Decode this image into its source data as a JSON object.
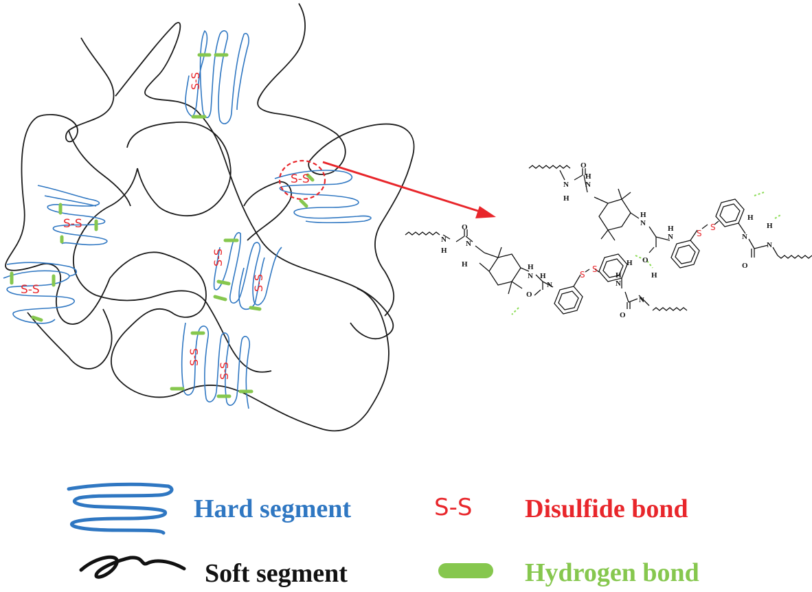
{
  "diagram": {
    "disulfide_marker": "S-S",
    "atoms": {
      "N": "N",
      "H": "H",
      "O": "O",
      "S": "S"
    }
  },
  "legend": {
    "hard_segment": {
      "label": "Hard segment",
      "color": "#2f77c2"
    },
    "soft_segment": {
      "label": "Soft segment",
      "color": "#000000"
    },
    "disulfide_bond": {
      "symbol": "S-S",
      "label": "Disulfide bond",
      "color": "#e8262b"
    },
    "hydrogen_bond": {
      "label": "Hydrogen bond",
      "color": "#86c74e"
    }
  }
}
